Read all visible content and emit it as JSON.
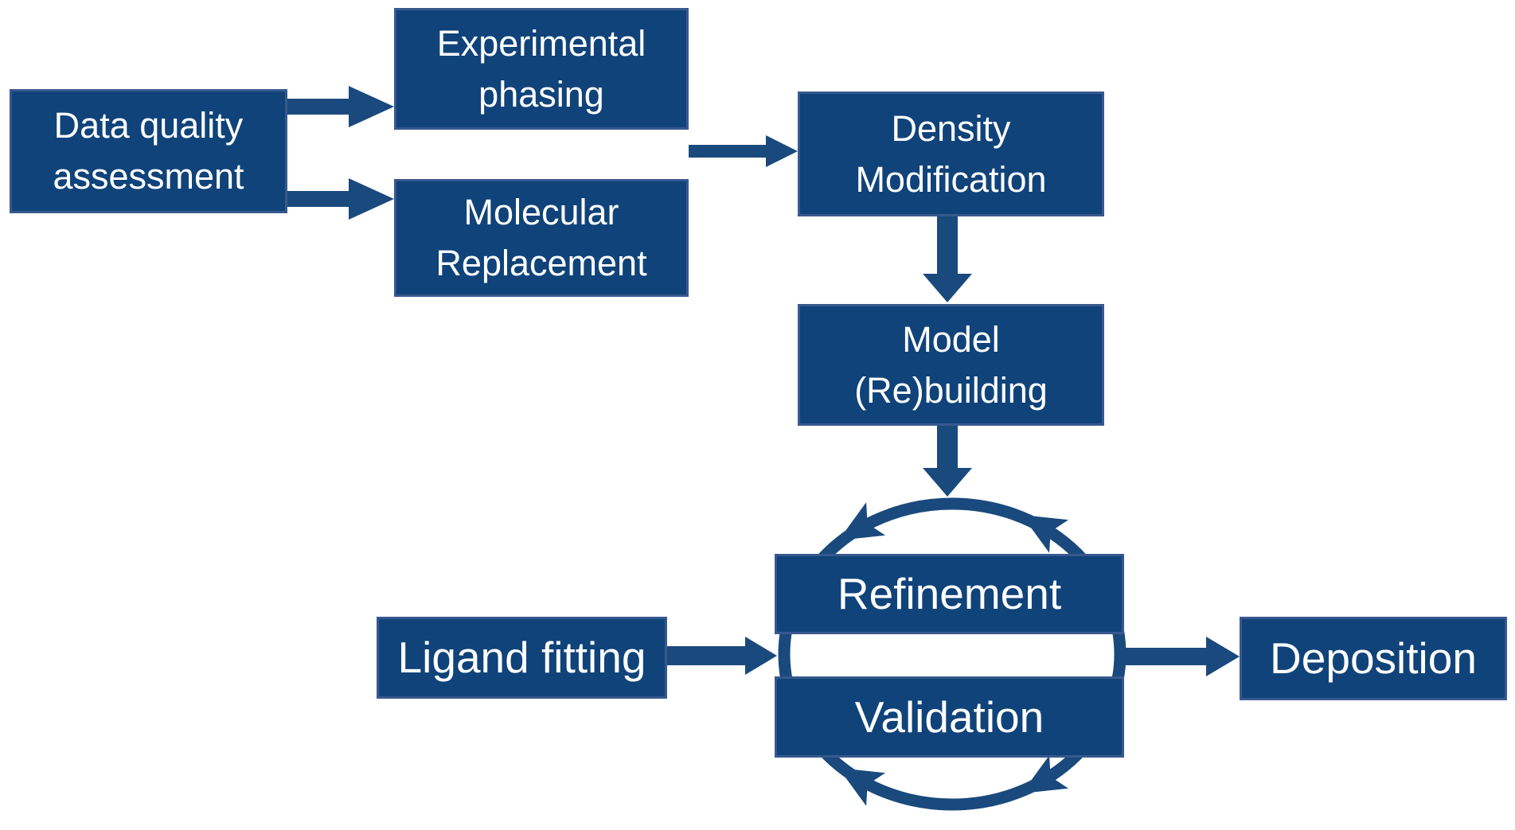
{
  "diagram": {
    "nodes": {
      "data_quality": {
        "line1": "Data quality",
        "line2": "assessment"
      },
      "experimental_phasing": {
        "line1": "Experimental",
        "line2": "phasing"
      },
      "molecular_replacement": {
        "line1": "Molecular",
        "line2": "Replacement"
      },
      "density_modification": {
        "line1": "Density",
        "line2": "Modification"
      },
      "model_rebuilding": {
        "line1": "Model",
        "line2": "(Re)building"
      },
      "refinement": {
        "line1": "Refinement"
      },
      "validation": {
        "line1": "Validation"
      },
      "ligand_fitting": {
        "line1": "Ligand fitting"
      },
      "deposition": {
        "line1": "Deposition"
      }
    },
    "edges": [
      "Data quality assessment -> Experimental phasing",
      "Data quality assessment -> Molecular Replacement",
      "Experimental phasing / Molecular Replacement -> Density Modification",
      "Density Modification -> Model (Re)building",
      "Model (Re)building -> Refinement/Validation cycle",
      "Ligand fitting -> Refinement/Validation cycle",
      "Refinement <-> Validation (iterative cycle)",
      "Refinement/Validation cycle -> Deposition"
    ]
  },
  "colors": {
    "canvas_bg": "#ffffff",
    "box_fill": "#10437a",
    "box_border": "#37598f",
    "connector": "#1a4a7d",
    "text": "#ffffff"
  }
}
